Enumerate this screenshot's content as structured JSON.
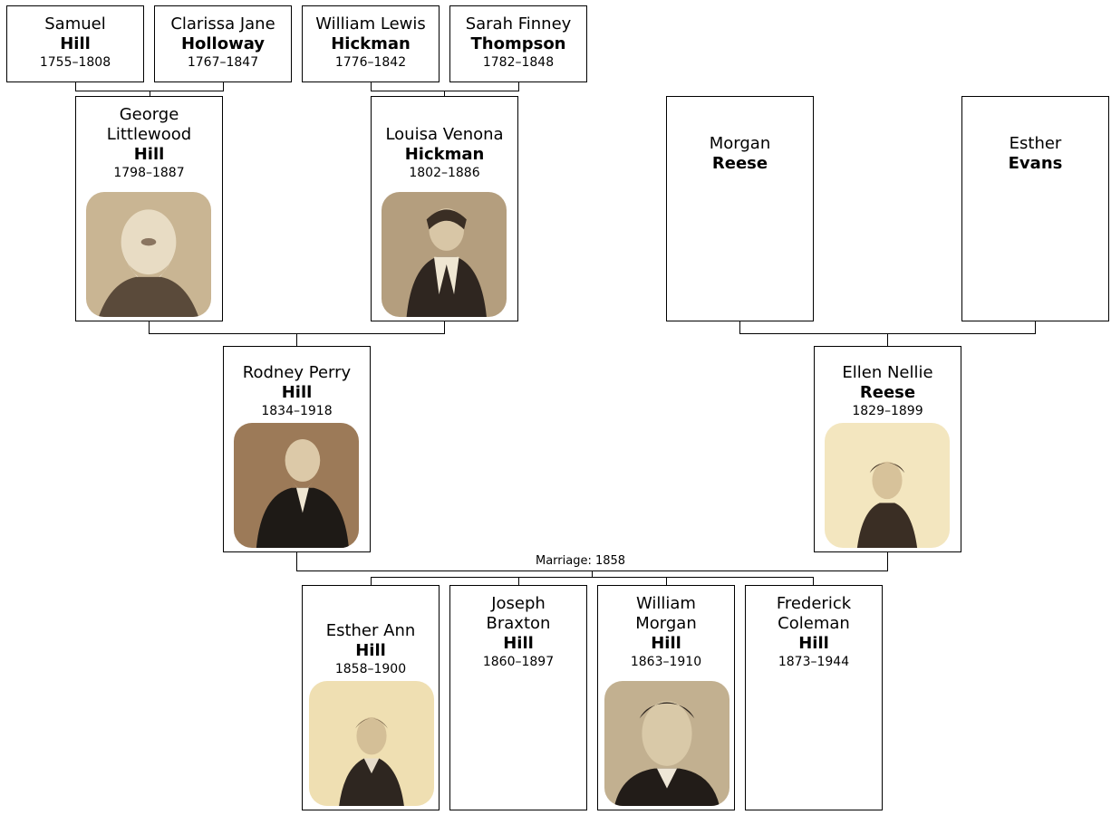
{
  "people": {
    "samuel": {
      "given": "Samuel",
      "surname": "Hill",
      "dates": "1755–1808"
    },
    "clarissa": {
      "given": "Clarissa Jane",
      "surname": "Holloway",
      "dates": "1767–1847"
    },
    "william_lewis": {
      "given": "William Lewis",
      "surname": "Hickman",
      "dates": "1776–1842"
    },
    "sarah": {
      "given": "Sarah Finney",
      "surname": "Thompson",
      "dates": "1782–1848"
    },
    "george": {
      "given1": "George",
      "given2": "Littlewood",
      "surname": "Hill",
      "dates": "1798–1887"
    },
    "louisa": {
      "given": "Louisa Venona",
      "surname": "Hickman",
      "dates": "1802–1886"
    },
    "morgan": {
      "given": "Morgan",
      "surname": "Reese"
    },
    "esther_evans": {
      "given": "Esther",
      "surname": "Evans"
    },
    "rodney": {
      "given": "Rodney Perry",
      "surname": "Hill",
      "dates": "1834–1918"
    },
    "ellen": {
      "given": "Ellen Nellie",
      "surname": "Reese",
      "dates": "1829–1899"
    },
    "esther_ann": {
      "given": "Esther Ann",
      "surname": "Hill",
      "dates": "1858–1900"
    },
    "joseph": {
      "given1": "Joseph",
      "given2": "Braxton",
      "surname": "Hill",
      "dates": "1860–1897"
    },
    "william_morgan": {
      "given1": "William",
      "given2": "Morgan",
      "surname": "Hill",
      "dates": "1863–1910"
    },
    "frederick": {
      "given1": "Frederick",
      "given2": "Coleman",
      "surname": "Hill",
      "dates": "1873–1944"
    }
  },
  "marriage_label": "Marriage: 1858",
  "colors": {
    "border": "#000000",
    "line": "#000000",
    "background": "#ffffff",
    "sepia": "#b89a74",
    "cream": "#f3e6bf"
  }
}
